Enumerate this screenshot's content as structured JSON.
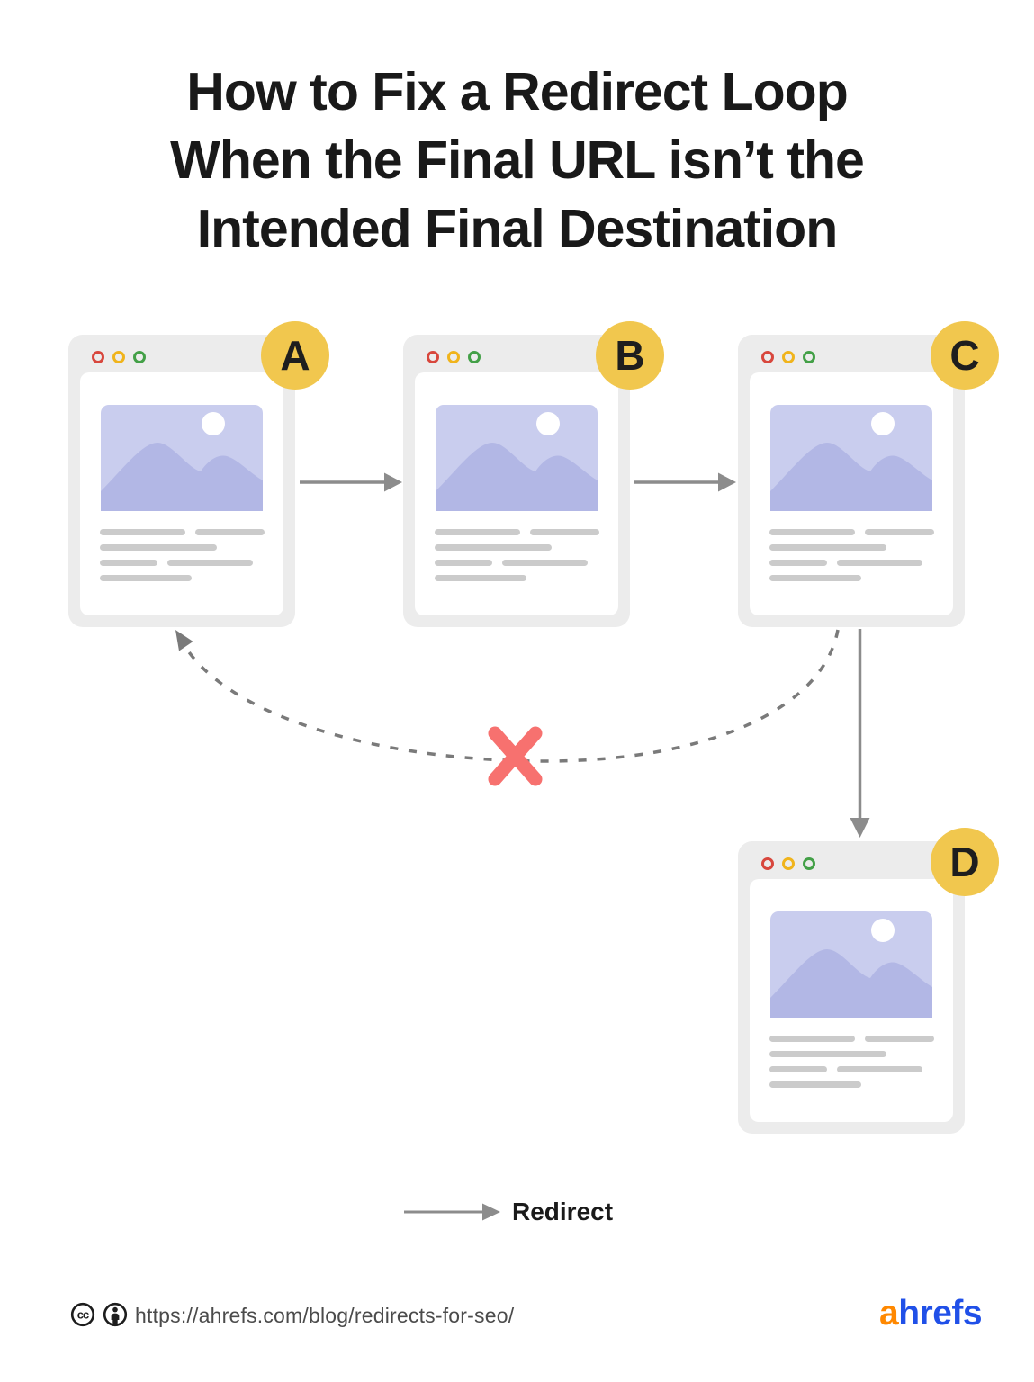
{
  "title": {
    "line1": "How to Fix a Redirect Loop",
    "line2": "When the Final URL isn’t the",
    "line3": "Intended Final Destination"
  },
  "flow": {
    "windows": [
      {
        "label": "A"
      },
      {
        "label": "B"
      },
      {
        "label": "C"
      },
      {
        "label": "D"
      }
    ],
    "redirects": [
      "A→B",
      "B→C",
      "C→D"
    ],
    "broken_loop": {
      "from": "C",
      "to": "A",
      "marker": "blocked-x"
    }
  },
  "legend": {
    "arrow_label": "Redirect"
  },
  "footer": {
    "url": "https://ahrefs.com/blog/redirects-for-seo/",
    "logo_prefix": "a",
    "logo_suffix": "hrefs"
  },
  "colors": {
    "badge_yellow": "#F1C74E",
    "image_lavender": "#C9CDEE",
    "mountain_purple": "#B2B7E5",
    "arrow_gray": "#8C8C8C",
    "blocked_x_red": "#F7716F",
    "window_gray": "#ECECEC",
    "skeleton_bar_gray": "#CBCBCB",
    "traffic_red": "#D8473D",
    "traffic_yellow": "#F0B41C",
    "traffic_green": "#43A047",
    "logo_orange": "#FF8800",
    "logo_blue": "#2050E8"
  }
}
